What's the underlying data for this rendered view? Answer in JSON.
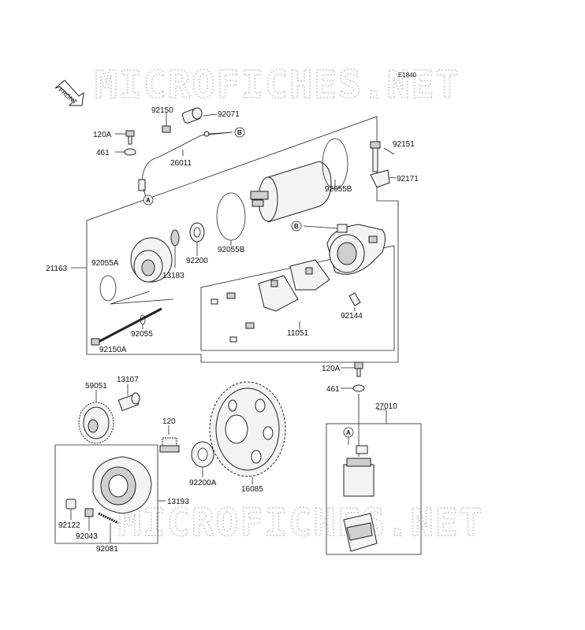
{
  "diagram": {
    "code": "E1840",
    "front_label": "FRONT",
    "watermark_text": "MICROFICHES.NET",
    "callouts": [
      "A",
      "B"
    ],
    "part_labels": {
      "p92150": "92150",
      "p92071": "92071",
      "p120A_top": "120A",
      "p461_top": "461",
      "p26011": "26011",
      "p92151": "92151",
      "p92171": "92171",
      "p92055B_top": "92055B",
      "p92055B_mid": "92055B",
      "p21163": "21163",
      "p92055A": "92055A",
      "p13183": "13183",
      "p92200": "92200",
      "p92055": "92055",
      "p92150A": "92150A",
      "p11051": "11051",
      "p92144": "92144",
      "p120A_bot": "120A",
      "p461_bot": "461",
      "p27010": "27010",
      "p59051": "59051",
      "p13107": "13107",
      "p120": "120",
      "p92200A": "92200A",
      "p16085": "16085",
      "p13193": "13193",
      "p92122": "92122",
      "p92043": "92043",
      "p92081": "92081"
    }
  }
}
